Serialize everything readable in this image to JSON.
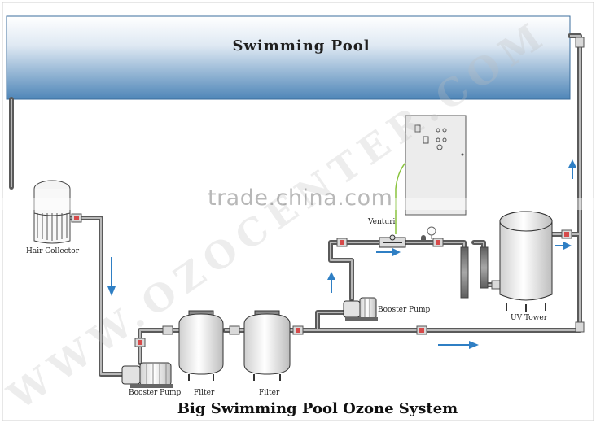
{
  "pool_label": "Swimming Pool",
  "diagram_title": "Big Swimming Pool Ozone System",
  "labels": {
    "hair_collector": "Hair Collector",
    "booster_pump_low": "Booster Pump",
    "filter_1": "Filter",
    "filter_2": "Filter",
    "booster_pump_high": "Booster Pump",
    "venturi": "Venturi",
    "uv_tower": "UV Tower"
  },
  "watermarks": {
    "center": "trade.china.com",
    "diagonal": "WWW.OZOCENTER.COM"
  },
  "colors": {
    "pool_top": "#ffffff",
    "pool_bottom": "#4f86b8",
    "pipe": "#7d7d7d",
    "pipe_edge": "#4a4a4a",
    "arrow": "#2f7fc4",
    "valve": "#d64a4a"
  }
}
